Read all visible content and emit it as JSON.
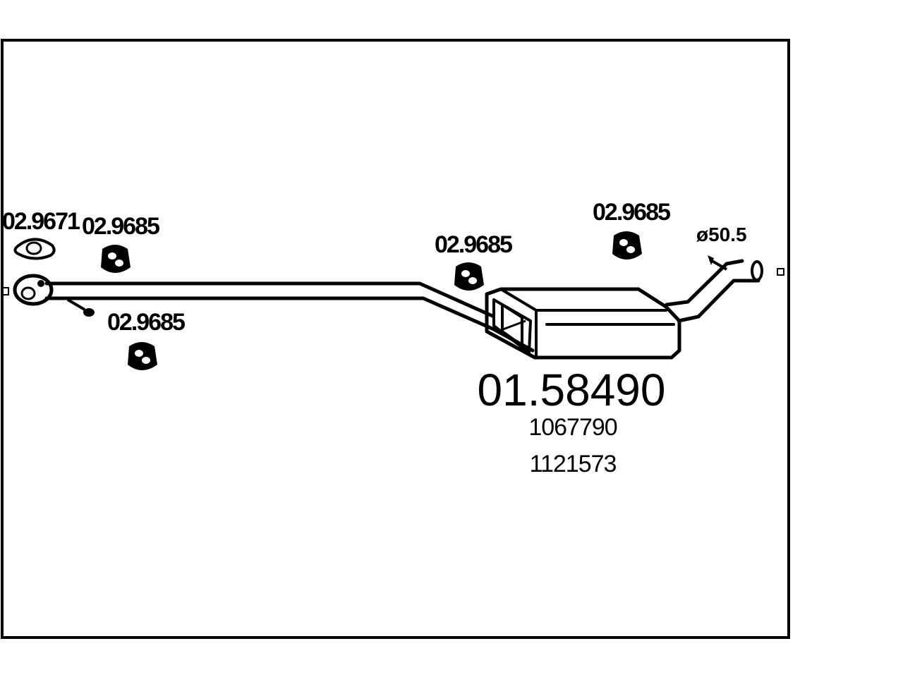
{
  "main_part_number": "01.58490",
  "oem_numbers": [
    "1067790",
    "1121573"
  ],
  "diameter_label": "ø50.5",
  "accessories": [
    {
      "part_number": "02.9671",
      "type": "gasket"
    },
    {
      "part_number": "02.9685",
      "type": "rubber-mount"
    },
    {
      "part_number": "02.9685",
      "type": "rubber-mount"
    },
    {
      "part_number": "02.9685",
      "type": "rubber-mount"
    },
    {
      "part_number": "02.9685",
      "type": "rubber-mount"
    }
  ]
}
